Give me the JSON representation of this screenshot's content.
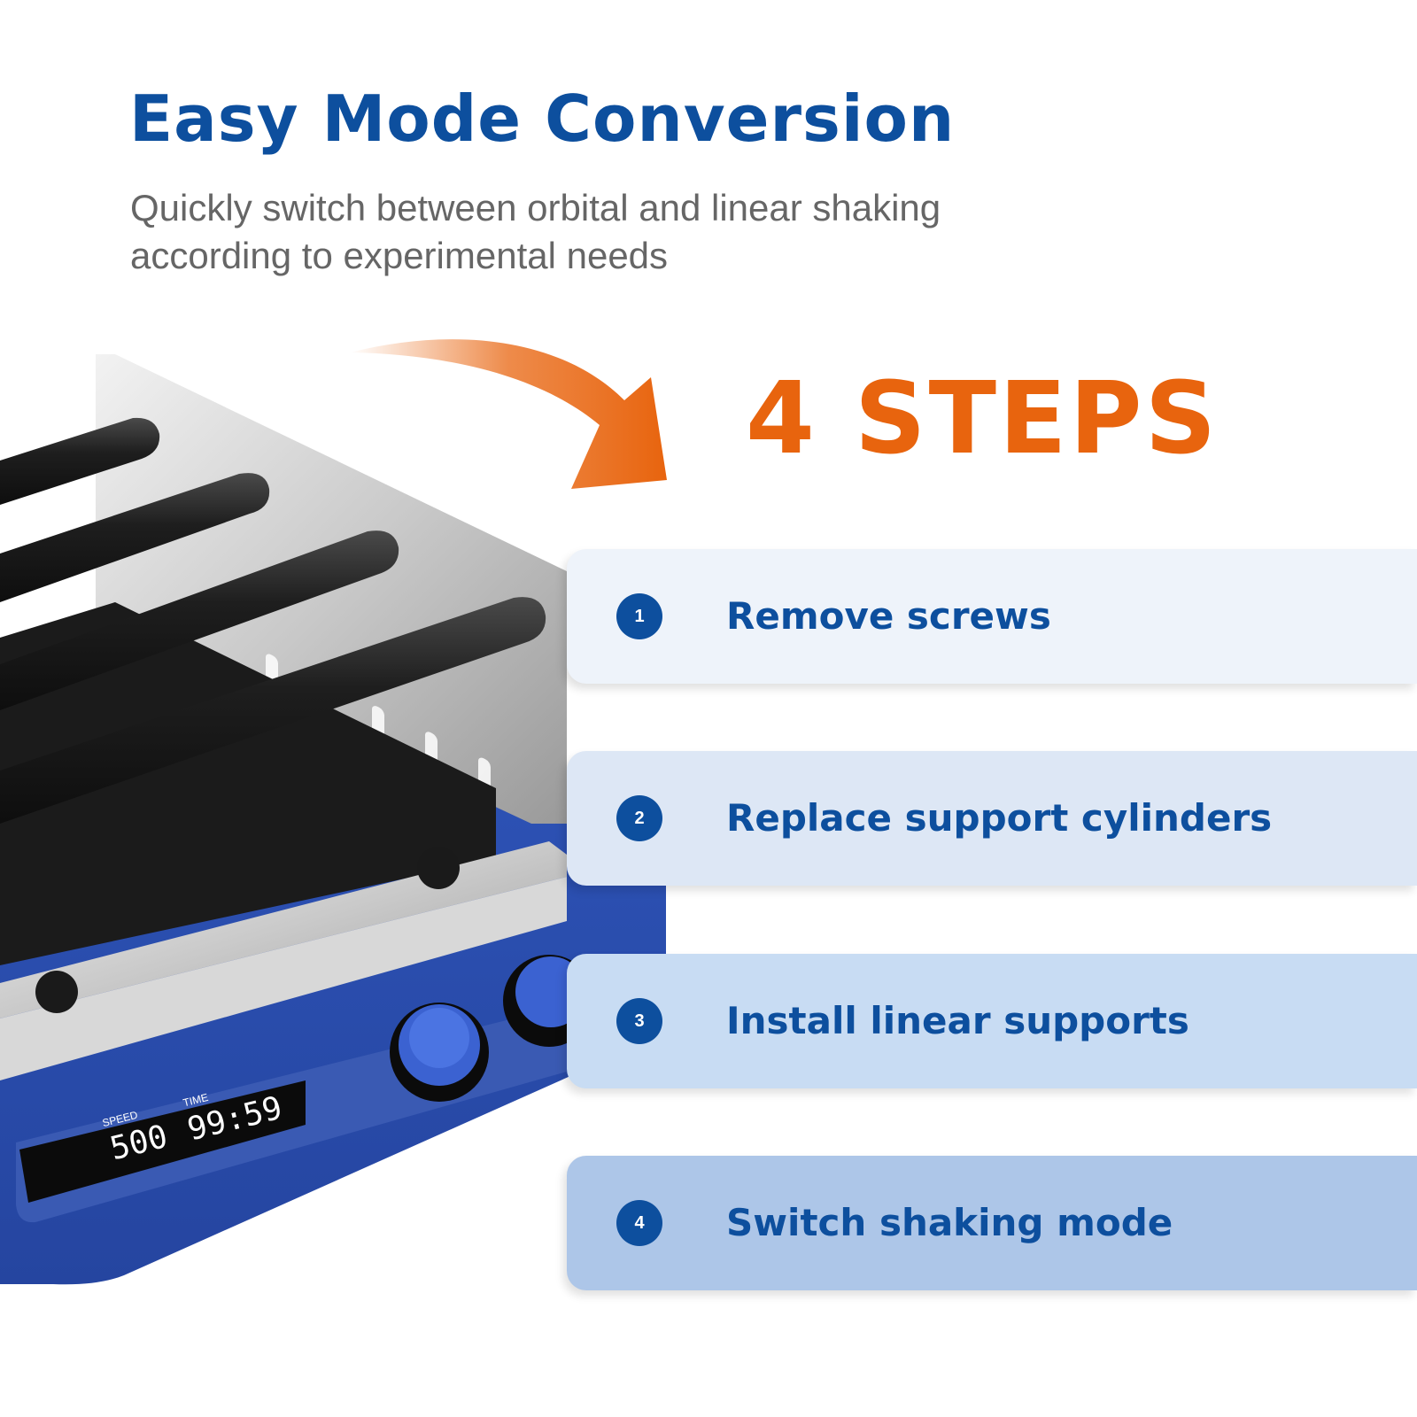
{
  "header": {
    "title": "Easy Mode Conversion",
    "subtitle_lines": [
      "Quickly switch between orbital and linear shaking",
      "according to experimental needs"
    ]
  },
  "steps_heading": "4 STEPS",
  "steps": [
    {
      "number": "1",
      "label": "Remove screws",
      "bg": "#eef3fa"
    },
    {
      "number": "2",
      "label": "Replace support cylinders",
      "bg": "#dde7f5"
    },
    {
      "number": "3",
      "label": "Install linear supports",
      "bg": "#c8dcf3"
    },
    {
      "number": "4",
      "label": "Switch shaking mode",
      "bg": "#adc6e8"
    }
  ],
  "device": {
    "display_speed_label": "SPEED",
    "display_time_label": "TIME",
    "display_speed_value": "500",
    "display_time_value": "99:59"
  },
  "colors": {
    "title_blue": "#0d4f9e",
    "accent_orange": "#e8640e",
    "subtitle_gray": "#666666",
    "device_blue": "#2f4fad"
  }
}
